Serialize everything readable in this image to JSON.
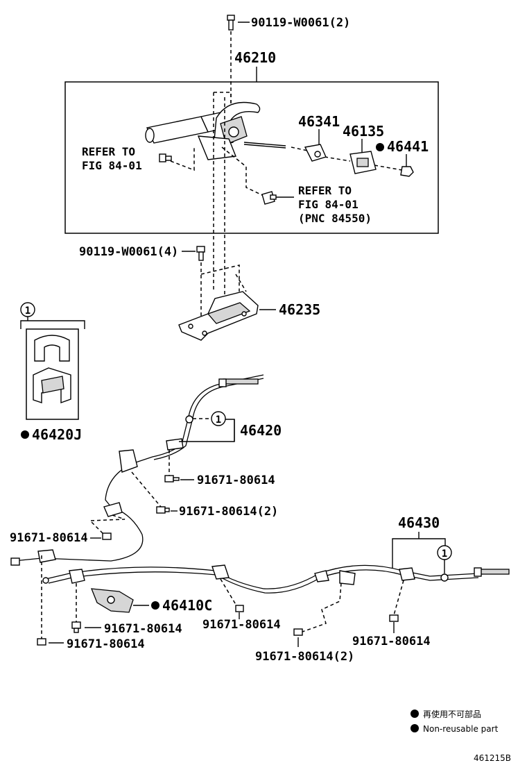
{
  "labels": {
    "bolt_top": "90119-W0061(2)",
    "lever_assy": "46210",
    "refer_left_1": "REFER TO",
    "refer_left_2": "FIG 84-01",
    "refer_right_1": "REFER TO",
    "refer_right_2": "FIG 84-01",
    "refer_right_3": "(PNC 84550)",
    "p46341": "46341",
    "p46135": "46135",
    "p46441": "46441",
    "bolt_mid": "90119-W0061(4)",
    "p46235": "46235",
    "callout_num": "1",
    "p46420j": "46420J",
    "p46420": "46420",
    "b_a": "91671-80614",
    "b_b": "91671-80614(2)",
    "b_c": "91671-80614",
    "p46430": "46430",
    "p46410c": "46410C",
    "b_d": "91671-80614",
    "b_e": "91671-80614",
    "b_f": "91671-80614",
    "b_g": "91671-80614(2)",
    "b_h": "91671-80614",
    "legend_jp": "再使用不可部品",
    "legend_en": "Non-reusable part",
    "figure_code": "461215B"
  },
  "colors": {
    "ink": "#000000",
    "fill": "#ffffff",
    "shade": "#d6d6d6"
  }
}
